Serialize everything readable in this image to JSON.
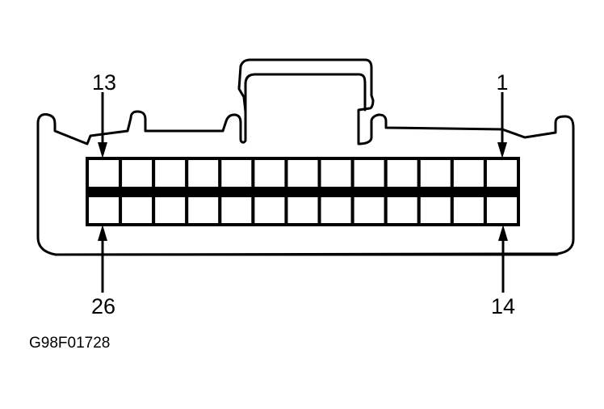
{
  "diagram": {
    "pin_labels": {
      "top_left": "13",
      "top_right": "1",
      "bottom_left": "26",
      "bottom_right": "14"
    },
    "figure_id": "G98F01728",
    "rows": [
      {
        "row": "top",
        "pin_count": 13
      },
      {
        "row": "bottom",
        "pin_count": 13
      }
    ]
  }
}
